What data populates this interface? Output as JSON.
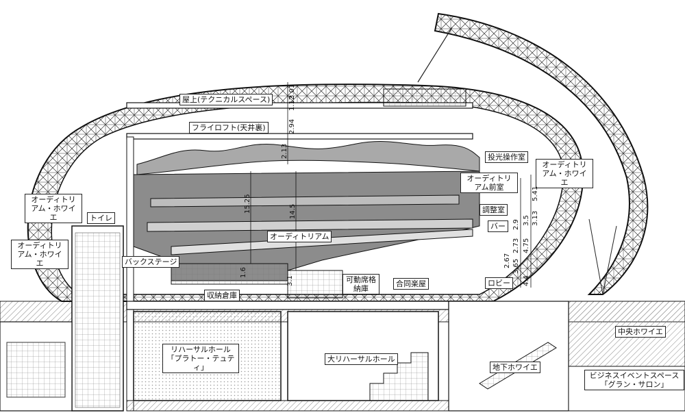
{
  "labels": {
    "roof_technical": "屋上(テクニカルスペース)",
    "fly_loft": "フライロフト(天井裏)",
    "projection_room": "投光操作室",
    "auditorium_foyer_right": "オーディトリアム・ホワイエ",
    "auditorium_front_room": "オーディトリアム前室",
    "adjust_room": "調整室",
    "bar": "バー",
    "auditorium_foyer_left_top": "オーディトリアム・ホワイエ",
    "toilet": "トイレ",
    "auditorium_foyer_left_bottom": "オーディトリアム・ホワイエ",
    "auditorium": "オーディトリアム",
    "backstage": "バックステージ",
    "storage": "収納倉庫",
    "movable_seat_storage": "可動席格納庫",
    "joint_dressing_room": "合同楽屋",
    "lobby": "ロビー",
    "central_foyer": "中央ホワイエ",
    "rehearsal_hall_small": "リハーサルホール「プラトー・テュティ」",
    "rehearsal_hall_large": "大リハーサルホール",
    "basement_foyer": "地下ホワイエ",
    "business_event_space": "ビジネスイベントスペース「グラン・サロン」"
  },
  "dimensions": {
    "d_15_25": "15.25",
    "d_14_5": "14.5",
    "d_2_13": "2.13",
    "d_2_94": "2.94",
    "d_1_12": "1.12",
    "d_3_01": "3.01",
    "d_1_6": "1.6",
    "d_3_1": "3.1",
    "d_2_9": "2.9",
    "d_3_5": "3.5",
    "d_2_73": "2.73",
    "d_4_75": "4.75",
    "d_2_67": "2.67",
    "d_3_65": "3.65",
    "d_3_13": "3.13",
    "d_4_4": "4.4",
    "d_5_41": "5.41"
  },
  "colors": {
    "line": "#1a1a1a",
    "seating_gray": "#8c8c8c",
    "ceiling_gray": "#a9a9a9",
    "ground_hatch": "#b5b5b5",
    "background": "#ffffff"
  }
}
